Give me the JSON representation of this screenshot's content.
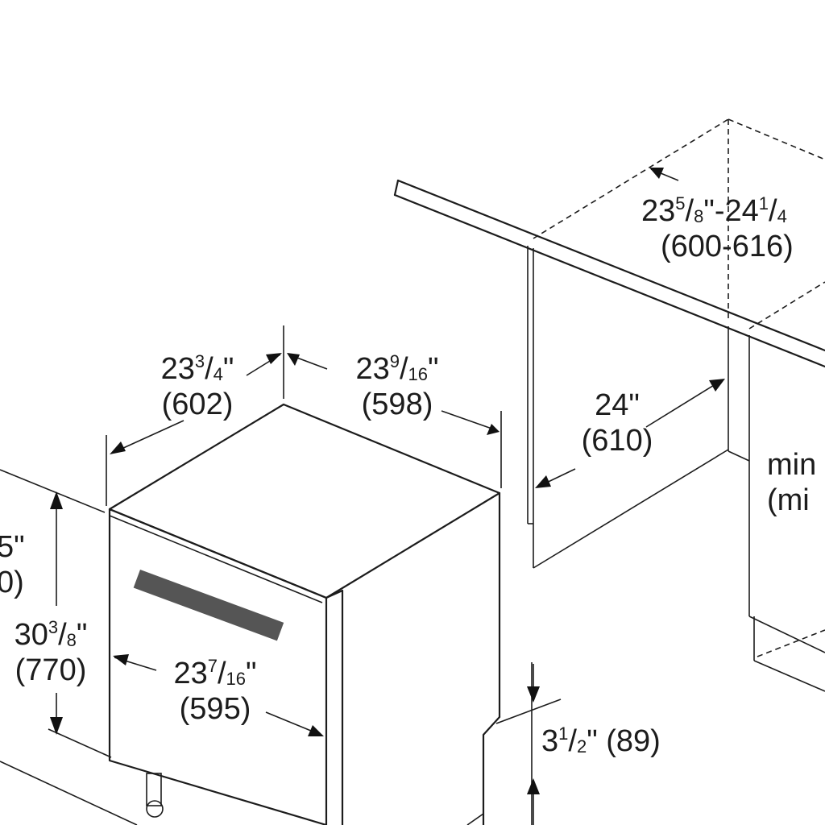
{
  "labels": {
    "top_left_width": {
      "whole": "23",
      "num": "3",
      "den": "4",
      "unit": "\"",
      "mm": "(602)"
    },
    "top_right_depth": {
      "whole": "23",
      "num": "9",
      "den": "16",
      "unit": "\"",
      "mm": "(598)"
    },
    "niche_depth": {
      "imperial": "24\"",
      "mm": "(610)"
    },
    "niche_width": {
      "whole1": "23",
      "num1": "5",
      "den1": "8",
      "mid": "\"-24",
      "num2": "1",
      "den2": "4",
      "mm": "(600-616)"
    },
    "height_partial": {
      "imperial": "5\"",
      "mm": "0)"
    },
    "height": {
      "whole": "30",
      "num": "3",
      "den": "8",
      "unit": "\"",
      "mm": "(770)"
    },
    "door_width": {
      "whole": "23",
      "num": "7",
      "den": "16",
      "unit": "\"",
      "mm": "(595)"
    },
    "toe_kick": {
      "whole": "3",
      "num": "1",
      "den": "2",
      "rest": "\" (89)"
    },
    "min_partial": {
      "line1": "min",
      "line2": "(mi"
    }
  }
}
